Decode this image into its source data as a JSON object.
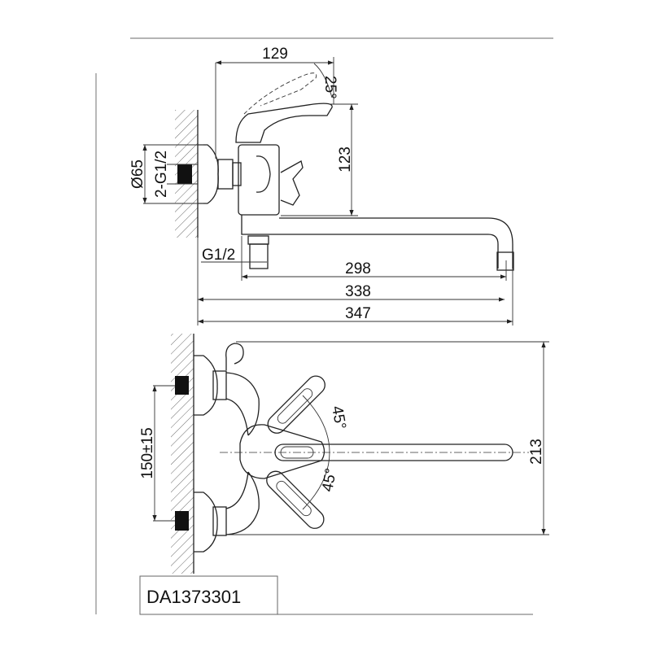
{
  "drawing": {
    "side_view": {
      "handle_length": "129",
      "handle_angle": "25°",
      "height": "123",
      "escutcheon_diameter": "Ø65",
      "inlet_thread": "2-G1/2",
      "outlet_thread": "G1/2",
      "spout_reach": "298",
      "reach_from_wall": "338",
      "overall_length": "347"
    },
    "top_view": {
      "inlet_spacing": "150±15",
      "depth": "213",
      "angle_up": "45°",
      "angle_down": "45°"
    },
    "model_code": "DA1373301"
  }
}
